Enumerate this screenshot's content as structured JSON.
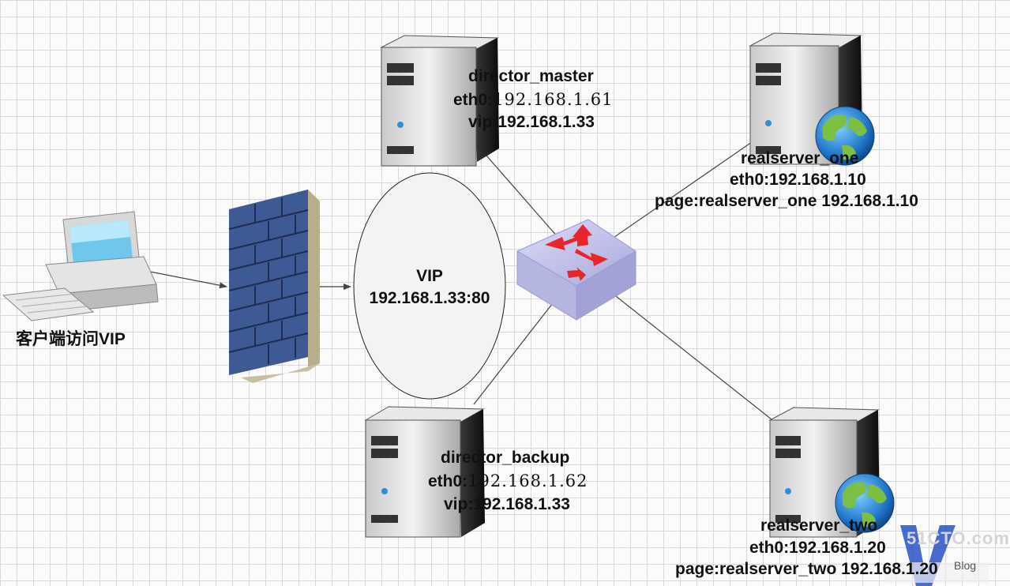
{
  "client": {
    "label": "客户端访问VIP"
  },
  "vip": {
    "title": "VIP",
    "address": "192.168.1.33:80"
  },
  "director_master": {
    "name": "director_master",
    "eth0_prefix": "eth0:",
    "eth0_value": "192.168.1.61",
    "vip": "vip:192.168.1.33"
  },
  "director_backup": {
    "name": "director_backup",
    "eth0_prefix": "eth0:",
    "eth0_value": "192.168.1.62",
    "vip": "vip:192.168.1.33"
  },
  "realserver_one": {
    "name": "realserver_one",
    "eth0": "eth0:192.168.1.10",
    "page": "page:realserver_one 192.168.1.10"
  },
  "realserver_two": {
    "name": "realserver_two",
    "eth0": "eth0:192.168.1.20",
    "page": "page:realserver_two 192.168.1.20"
  },
  "watermark": {
    "text": "51CTO.com",
    "sub": "Blog"
  },
  "colors": {
    "server_dark": "#1c1c1c",
    "firewall": "#3d5a94",
    "switch": "#bdbde8",
    "arrow_red": "#e8262a"
  }
}
